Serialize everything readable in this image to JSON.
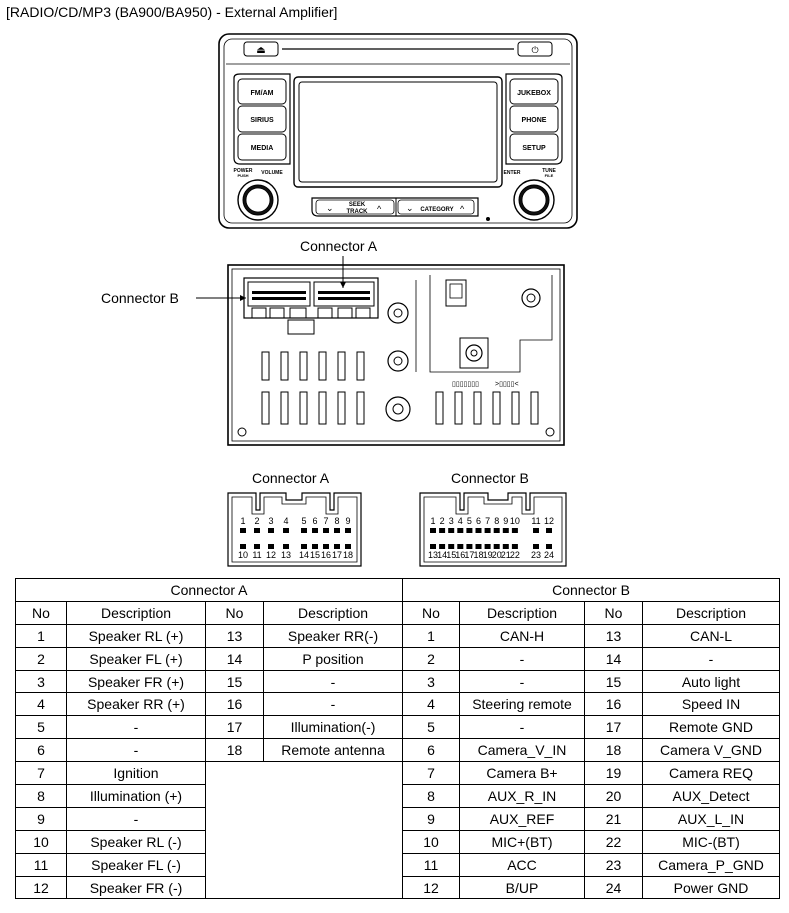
{
  "title": "[RADIO/CD/MP3 (BA900/BA950) - External Amplifier]",
  "radio": {
    "buttons_left": [
      "FM/AM",
      "SIRIUS",
      "MEDIA"
    ],
    "buttons_right": [
      "JUKEBOX",
      "PHONE",
      "SETUP"
    ],
    "power_label": "POWER",
    "power_sub": "PUSH",
    "volume_label": "VOLUME",
    "enter_label": "ENTER",
    "tune_label": "TUNE",
    "tune_sub": "FILE",
    "seek_label_1": "SEEK",
    "seek_label_2": "TRACK",
    "category_label": "CATEGORY",
    "eject_icon": "eject-icon",
    "power_icon": "power-icon"
  },
  "rear": {
    "connector_a_label": "Connector A",
    "connector_b_label": "Connector B"
  },
  "pinout": {
    "a_title": "Connector A",
    "b_title": "Connector B",
    "a_top": [
      "1",
      "2",
      "3",
      "4",
      "5",
      "6",
      "7",
      "8",
      "9"
    ],
    "a_bottom": [
      "10",
      "11",
      "12",
      "13",
      "14",
      "15",
      "16",
      "17",
      "18"
    ],
    "b_top": [
      "1",
      "2",
      "3",
      "4",
      "5",
      "6",
      "7",
      "8",
      "9",
      "10",
      "11",
      "12"
    ],
    "b_bottom": [
      "13",
      "14",
      "15",
      "16",
      "17",
      "18",
      "19",
      "20",
      "21",
      "22",
      "23",
      "24"
    ]
  },
  "table": {
    "connector_a": "Connector A",
    "connector_b": "Connector B",
    "headers": [
      "No",
      "Description",
      "No",
      "Description",
      "No",
      "Description",
      "No",
      "Description"
    ],
    "rows": [
      [
        "1",
        "Speaker RL (+)",
        "13",
        "Speaker RR(-)",
        "1",
        "CAN-H",
        "13",
        "CAN-L"
      ],
      [
        "2",
        "Speaker FL (+)",
        "14",
        "P position",
        "2",
        "-",
        "14",
        "-"
      ],
      [
        "3",
        "Speaker FR (+)",
        "15",
        "-",
        "3",
        "-",
        "15",
        "Auto light"
      ],
      [
        "4",
        "Speaker RR (+)",
        "16",
        "-",
        "4",
        "Steering remote",
        "16",
        "Speed IN"
      ],
      [
        "5",
        "-",
        "17",
        "Illumination(-)",
        "5",
        "-",
        "17",
        "Remote GND"
      ],
      [
        "6",
        "-",
        "18",
        "Remote antenna",
        "6",
        "Camera_V_IN",
        "18",
        "Camera V_GND"
      ],
      [
        "7",
        "Ignition",
        "",
        "",
        "7",
        "Camera B+",
        "19",
        "Camera REQ"
      ],
      [
        "8",
        "Illumination (+)",
        "",
        "",
        "8",
        "AUX_R_IN",
        "20",
        "AUX_Detect"
      ],
      [
        "9",
        "-",
        "",
        "",
        "9",
        "AUX_REF",
        "21",
        "AUX_L_IN"
      ],
      [
        "10",
        "Speaker RL (-)",
        "",
        "",
        "10",
        "MIC+(BT)",
        "22",
        "MIC-(BT)"
      ],
      [
        "11",
        "Speaker FL (-)",
        "",
        "",
        "11",
        "ACC",
        "23",
        "Camera_P_GND"
      ],
      [
        "12",
        "Speaker FR (-)",
        "",
        "",
        "12",
        "B/UP",
        "24",
        "Power GND"
      ]
    ]
  }
}
